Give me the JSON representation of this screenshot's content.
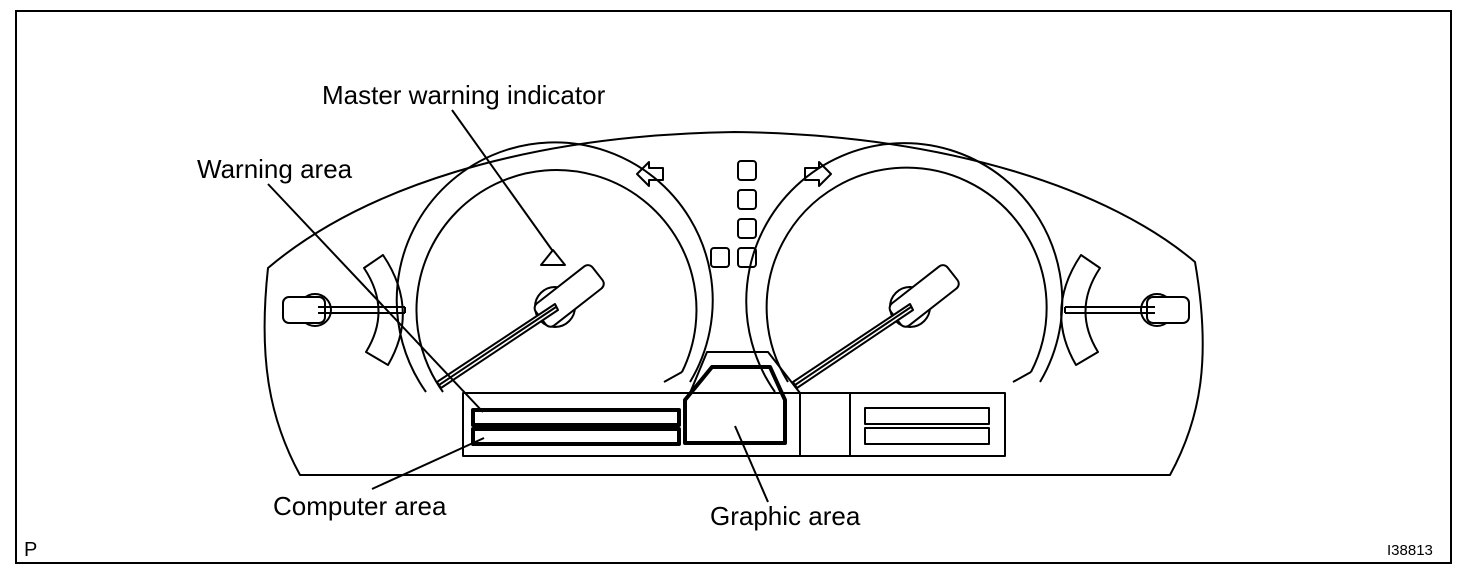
{
  "labels": {
    "master_warning": "Master warning indicator",
    "warning_area": "Warning area",
    "computer_area": "Computer area",
    "graphic_area": "Graphic area"
  },
  "footer": {
    "left_code": "P",
    "figure_id": "I38813"
  }
}
